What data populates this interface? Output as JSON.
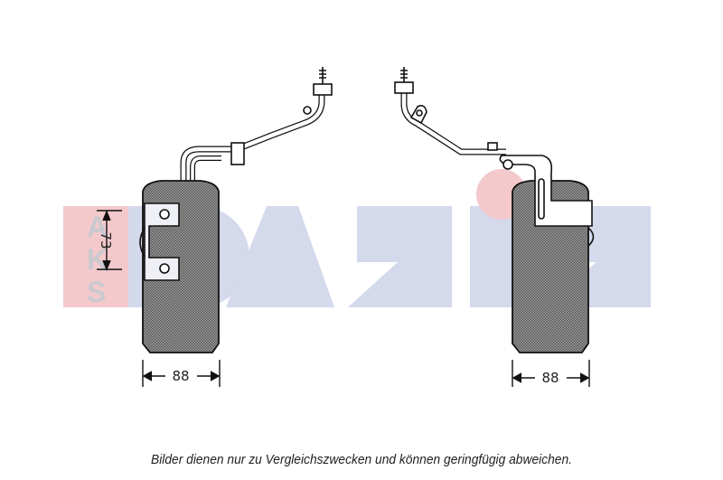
{
  "watermark": {
    "text": "OASIS",
    "sub_letters": [
      "A",
      "K",
      "S"
    ],
    "colors": {
      "pink": "#f3c9cc",
      "blue": "#d4d9ec",
      "grey_letters": "#c9c9cf"
    }
  },
  "drawing": {
    "part": "receiver-drier / accumulator",
    "views": [
      {
        "id": "left-view",
        "width_dim": "88",
        "height_dim": "73"
      },
      {
        "id": "right-view",
        "width_dim": "88"
      }
    ],
    "colors": {
      "line": "#111111",
      "hatch_fill": "#8a8a8a"
    }
  },
  "caption": {
    "text": "Bilder dienen nur zu Vergleichszwecken und können geringfügig abweichen."
  }
}
